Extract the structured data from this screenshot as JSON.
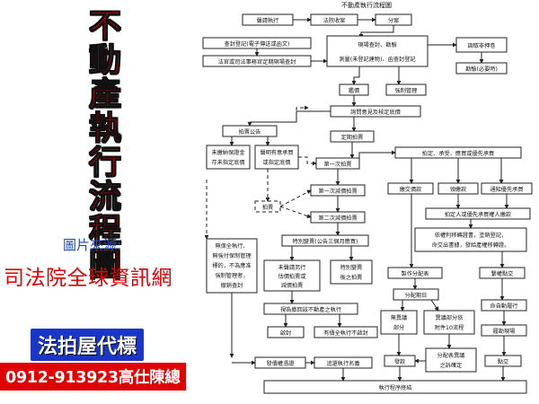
{
  "sidebar": {
    "title_chars": "不動產執行流程圖",
    "source_label": "圖片來源:",
    "source_name": "司法院全球資訊網",
    "agent_label": "法拍屋代標",
    "contact_line": "0912-913923高仕陳總"
  },
  "flow": {
    "title": "不動產執行流程圖",
    "nodes": {
      "apply": "聲請執行",
      "receive": "法院收案",
      "assign": "分案",
      "seize_reg": "查封登記(電子傳送或函文)",
      "notary": "法官或司法事務官定期現場查封",
      "onsite_l1": "現場查封、勘驗",
      "onsite_l2": "測量(未登記建物)、函查封登記",
      "check_l1": "調取非押卷",
      "check_l2": "",
      "survey_done": "勘驗(必要時)",
      "appraise": "鑑價",
      "mandatory_mgmt": "強制管理",
      "opinion": "詢問意見及核定底價",
      "auction_announce": "拍賣公告",
      "schedule": "定期拍賣",
      "reserve_l1": "未繳納保證金",
      "reserve_l2": "存未指定底價",
      "request_l1": "聲明有意承買",
      "request_l2": "或指定底價",
      "first_auction": "第一次拍賣",
      "first_reduce": "第一次減價拍賣",
      "second_reduce": "第二次減價拍賣",
      "auction_dash": "拍賣",
      "special_sale": "特別變賣(公告三個月應買)",
      "keep_l1": "無保全執行、",
      "keep_l2": "無強付保制管理",
      "keep_l3": "標的，不為應准",
      "keep_l4": "強制管理者，",
      "keep_l5": "撤銷查封",
      "buyer_l1": "未聲請另行",
      "buyer_l2": "估價拍賣或",
      "buyer_l3": "減價拍賣",
      "special_after_l1": "特別變賣",
      "special_after_l2": "後之拍賣",
      "deemed_withdraw": "視為撤回該不動產之執行",
      "release": "啟封",
      "proceed": "有債全執行不啟封",
      "issue_cert": "發債權憑證",
      "return_list": "追還執行名義",
      "bid_accept": "拍定、承受、應買或優先承買",
      "pay_price": "繳交價款",
      "deposit": "領繳款",
      "notify_priority": "通知優先承買",
      "priority_review": "拍定人或優先承買權人繳款",
      "perm_l1": "依權利移轉證書，塗銷登記，",
      "perm_l2": "命交出書據，發給產權移轉證。",
      "distribution_table": "製作分配表",
      "transfer": "繫權點交",
      "distribution_day": "分配期日",
      "no_objection_l1": "無異議",
      "no_objection_l2": "部分",
      "objection_l1": "異議部分依",
      "objection_l2": "附件10流程",
      "order_execute": "命自動履行",
      "distribute_l1": "分配表異議",
      "distribute_l2": "之訴確定",
      "deliver": "履勘現場",
      "payout": "發款",
      "hand_over": "點交",
      "end": "執行程序終結"
    }
  }
}
